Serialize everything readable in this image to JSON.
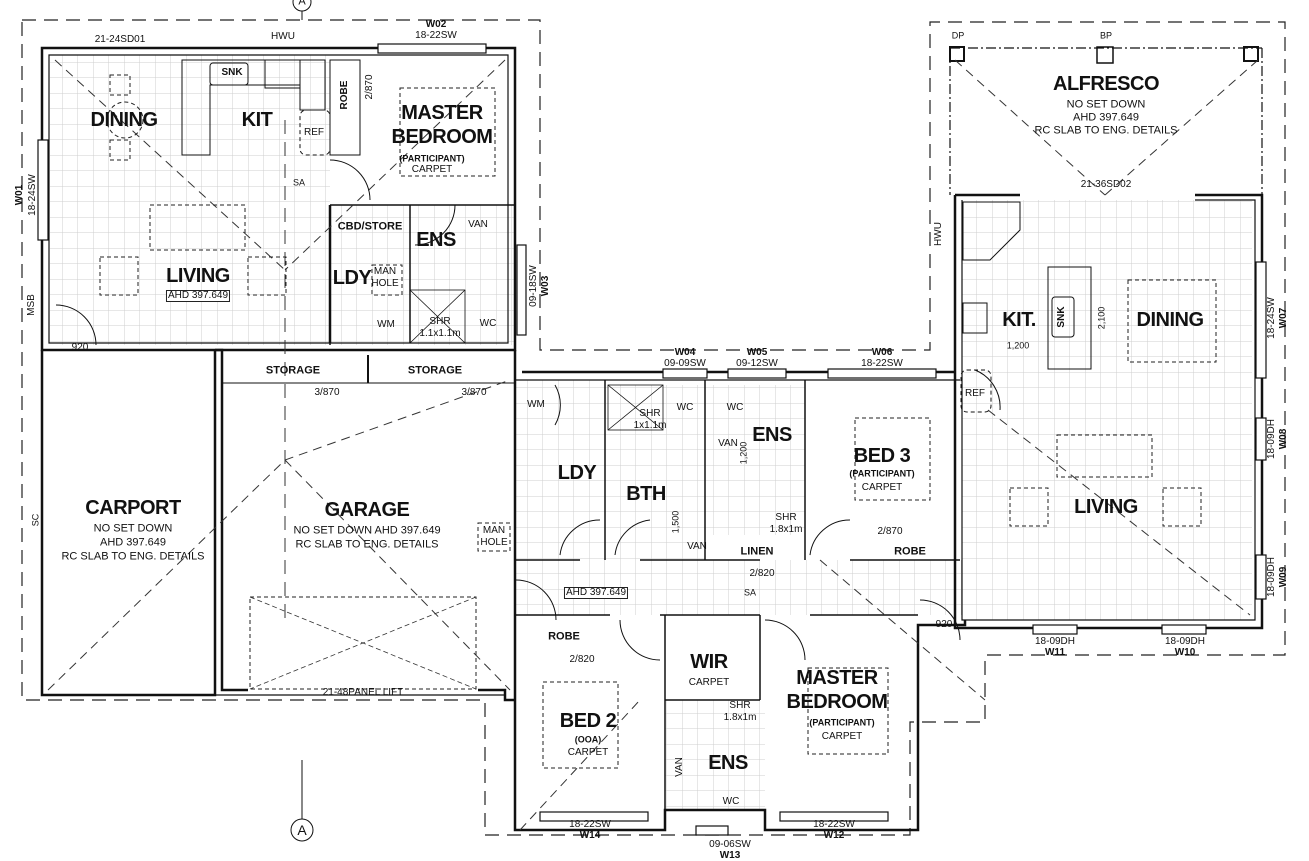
{
  "drawing": {
    "section_marker": "A",
    "colors": {
      "line": "#111111",
      "grid": "#cfcfcf",
      "dash": "#222222",
      "background": "#ffffff"
    }
  },
  "rooms": {
    "dining_left": {
      "name": "DINING"
    },
    "kit_left": {
      "name": "KIT"
    },
    "master_top": {
      "name": "MASTER\nBEDROOM",
      "sub": "(PARTICIPANT)",
      "floor": "CARPET"
    },
    "living_left": {
      "name": "LIVING",
      "level": "AHD 397.649"
    },
    "cbd_store": {
      "name": "CBD/STORE"
    },
    "ens_top": {
      "name": "ENS"
    },
    "ldy_top": {
      "name": "LDY"
    },
    "alfresco": {
      "name": "ALFRESCO",
      "line1": "NO SET DOWN",
      "line2": "AHD 397.649",
      "line3": "RC SLAB TO ENG. DETAILS"
    },
    "kit_right": {
      "name": "KIT."
    },
    "dining_right": {
      "name": "DINING"
    },
    "living_right": {
      "name": "LIVING"
    },
    "storage1": {
      "name": "STORAGE"
    },
    "storage2": {
      "name": "STORAGE"
    },
    "carport": {
      "name": "CARPORT",
      "line1": "NO SET DOWN",
      "line2": "AHD 397.649",
      "line3": "RC SLAB TO ENG. DETAILS"
    },
    "garage": {
      "name": "GARAGE",
      "line1": "NO SET DOWN AHD 397.649",
      "line2": "RC SLAB TO ENG. DETAILS"
    },
    "ldy_mid": {
      "name": "LDY"
    },
    "bth": {
      "name": "BTH"
    },
    "ens_mid": {
      "name": "ENS"
    },
    "bed3": {
      "name": "BED 3",
      "sub": "(PARTICIPANT)",
      "floor": "CARPET"
    },
    "linen": {
      "name": "LINEN"
    },
    "robe_bed3": {
      "name": "ROBE"
    },
    "robe_bed2": {
      "name": "ROBE"
    },
    "bed2": {
      "name": "BED 2",
      "sub": "(OOA)",
      "floor": "CARPET"
    },
    "wir": {
      "name": "WIR",
      "floor": "CARPET"
    },
    "ens_bottom": {
      "name": "ENS"
    },
    "master_bottom": {
      "name": "MASTER\nBEDROOM",
      "sub": "(PARTICIPANT)",
      "floor": "CARPET"
    },
    "robe_top": {
      "name": "ROBE"
    },
    "hallway_level": "AHD 397.649"
  },
  "fixtures": {
    "sink_left": "SNK",
    "sink_right": "SNK",
    "ref_left": "REF",
    "ref_right": "REF",
    "hwu_top": "HWU",
    "hwu_right": "HWU",
    "msb": "MSB",
    "sa_top": "SA",
    "sa_hall": "SA",
    "man_hole_top": "MAN\nHOLE",
    "man_hole_garage": "MAN\nHOLE",
    "wm_top": "WM",
    "wm_mid": "WM",
    "shr_top": "SHR\n1.1x1.1m",
    "shr_bth": "SHR\n1x1.1m",
    "shr_ens_mid": "SHR\n1.8x1m",
    "shr_ens_bottom": "SHR\n1.8x1m",
    "wc": "WC",
    "van": "VAN",
    "van_top": "VAN"
  },
  "windows": {
    "w01": {
      "id": "W01",
      "size": "18-24SW"
    },
    "w02": {
      "id": "W02",
      "size": "18-22SW"
    },
    "w03": {
      "id": "W03",
      "size": "09-18SW"
    },
    "w04": {
      "id": "W04",
      "size": "09-09SW"
    },
    "w05": {
      "id": "W05",
      "size": "09-12SW"
    },
    "w06": {
      "id": "W06",
      "size": "18-22SW"
    },
    "w07": {
      "id": "W07",
      "size": "18-24SW"
    },
    "w08": {
      "id": "W08",
      "size": "18-09DH"
    },
    "w09": {
      "id": "W09",
      "size": "18-09DH"
    },
    "w10": {
      "id": "W10",
      "size": "18-09DH"
    },
    "w11": {
      "id": "W11",
      "size": "18-09DH"
    },
    "w12": {
      "id": "W12",
      "size": "18-22SW"
    },
    "w13": {
      "id": "W13",
      "size": "09-06SW"
    },
    "w14": {
      "id": "W14",
      "size": "18-22SW"
    }
  },
  "doors": {
    "sd01": "21-24SD01",
    "sd02": "21-36SD02",
    "panel_lift": "21-48PANEL LIFT",
    "d920": "920",
    "robe_top": "2/870",
    "storage1": "3/870",
    "storage2": "3/870",
    "linen": "2/820",
    "robe_bed3": "2/870",
    "robe_bed2": "2/820"
  },
  "dimensions": {
    "bench_2100": "2,100",
    "bench_1200": "1,200",
    "ens_1200": "1,200",
    "bth_1500": "1,500"
  },
  "markers": {
    "dp": "DP",
    "bp": "BP",
    "sc": "SC"
  }
}
